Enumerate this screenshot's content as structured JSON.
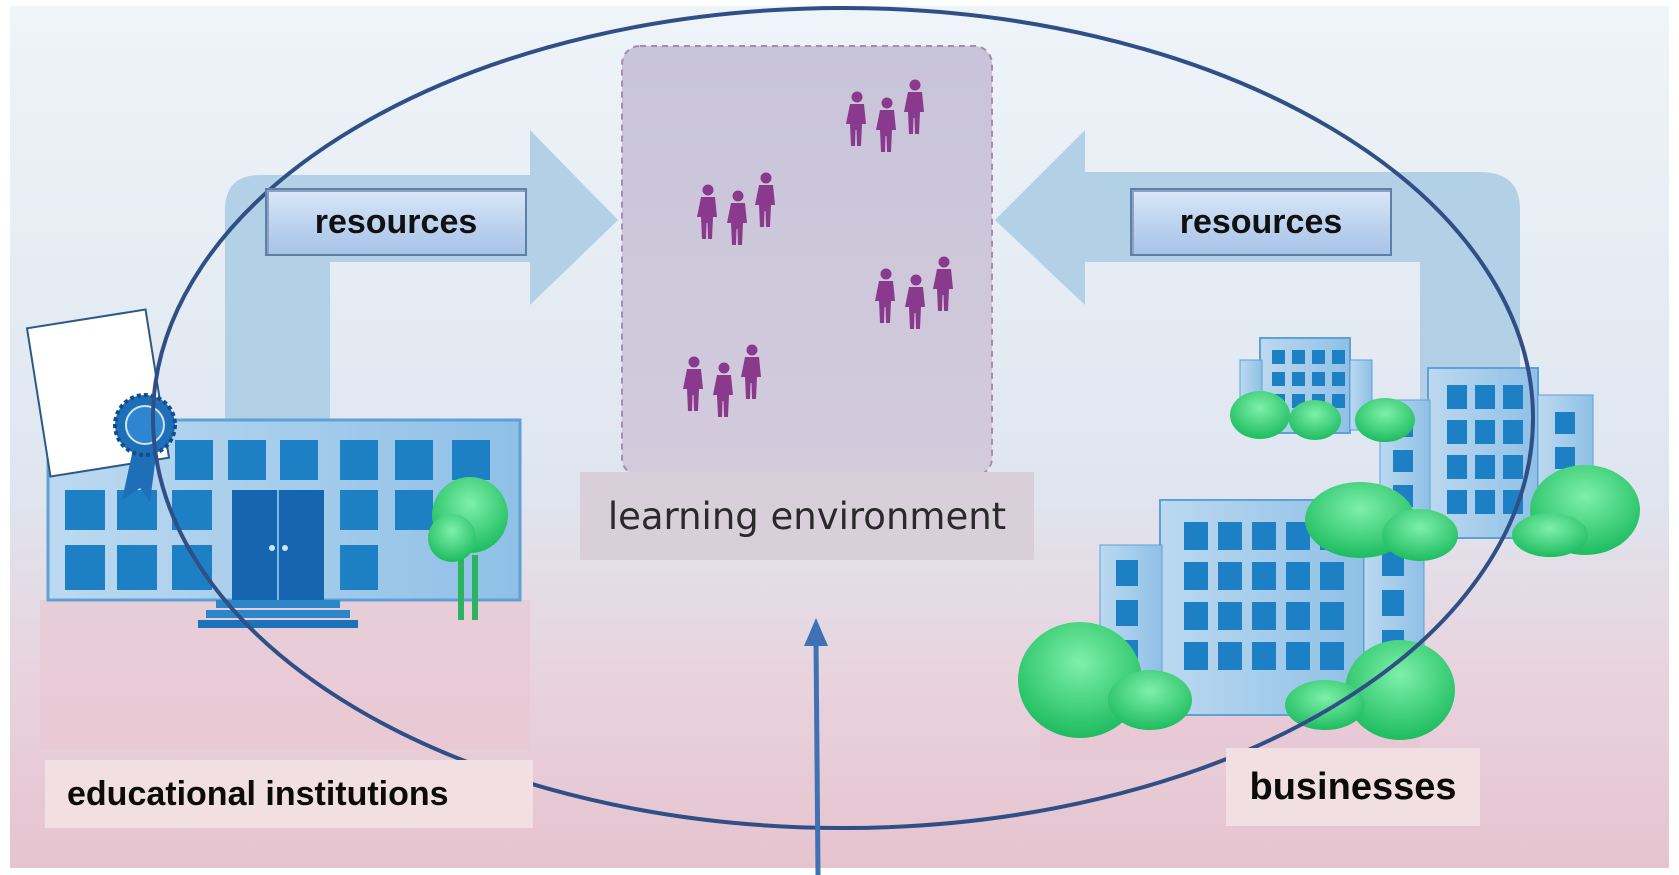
{
  "labels": {
    "resources_left": "resources",
    "resources_right": "resources",
    "learning_environment": "learning environment",
    "educational_institutions": "educational institutions",
    "businesses": "businesses"
  },
  "colors": {
    "ellipse_stroke": "#2f4f86",
    "arrow_fill": "#a9cbe3",
    "people": "#8a3a8c",
    "building_blue": "#1f6fb8",
    "tree_green": "#2ecc71",
    "pink_band": "#e9c8d2"
  },
  "icons": [
    "school-building-icon",
    "certificate-icon",
    "award-ribbon-icon",
    "office-building-icon",
    "bush-icon",
    "people-group-icon",
    "up-arrow-icon"
  ]
}
